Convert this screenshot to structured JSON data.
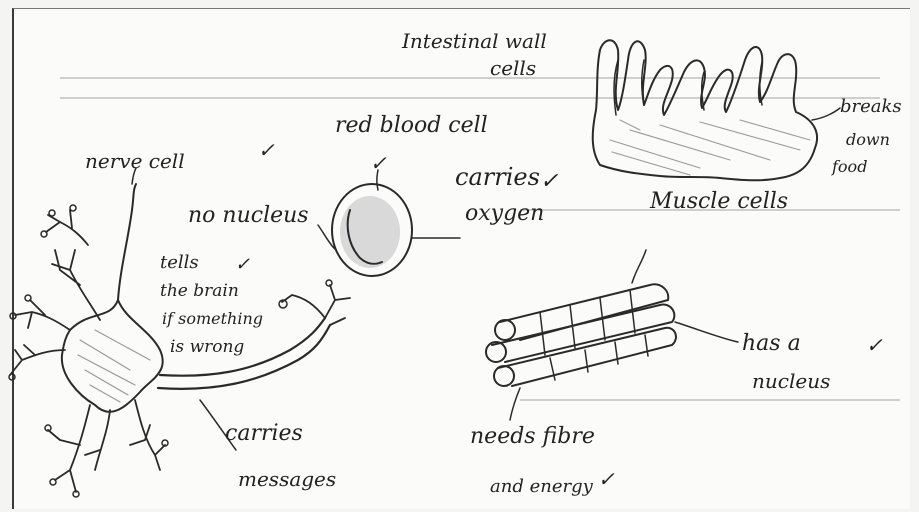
{
  "labels": {
    "nerve_cell": "nerve cell",
    "no_nucleus": "no nucleus",
    "red_blood_cell": "red blood cell",
    "carries": "carries",
    "oxygen": "oxygen",
    "tells_line1": "tells",
    "tells_line2": "the brain",
    "tells_line3": "if something",
    "tells_line4": "is wrong",
    "carries_messages_1": "carries",
    "carries_messages_2": "messages",
    "intestinal_wall_1": "Intestinal wall",
    "intestinal_wall_2": "cells",
    "breaks_down_1": "breaks",
    "breaks_down_2": "down",
    "breaks_down_3": "food",
    "muscle_cells": "Muscle cells",
    "has_a_nucleus_1": "has a",
    "has_a_nucleus_2": "nucleus",
    "needs_fibre": "needs fibre",
    "and_energy": "and energy"
  },
  "ticks": {
    "nerve": "✓",
    "rbc": "✓",
    "oxygen": "✓",
    "tells": "✓",
    "nucleus": "✓",
    "energy": "✓"
  },
  "colors": {
    "ink": "#2a2a2a",
    "shading": "#9a9a9a"
  }
}
